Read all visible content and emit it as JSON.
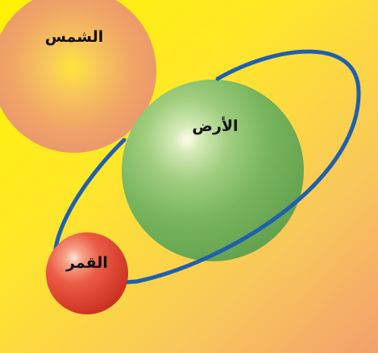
{
  "diagram": {
    "sun": {
      "label": "الشمس"
    },
    "earth": {
      "label": "الأرض"
    },
    "moon": {
      "label": "القمر"
    }
  },
  "colors": {
    "background_yellow": "#ffef1f",
    "background_peach": "#f6b06b",
    "sun": "#f0a15b",
    "earth": "#7ab35e",
    "moon": "#e5452e",
    "orbit": "#1f5fb0"
  }
}
